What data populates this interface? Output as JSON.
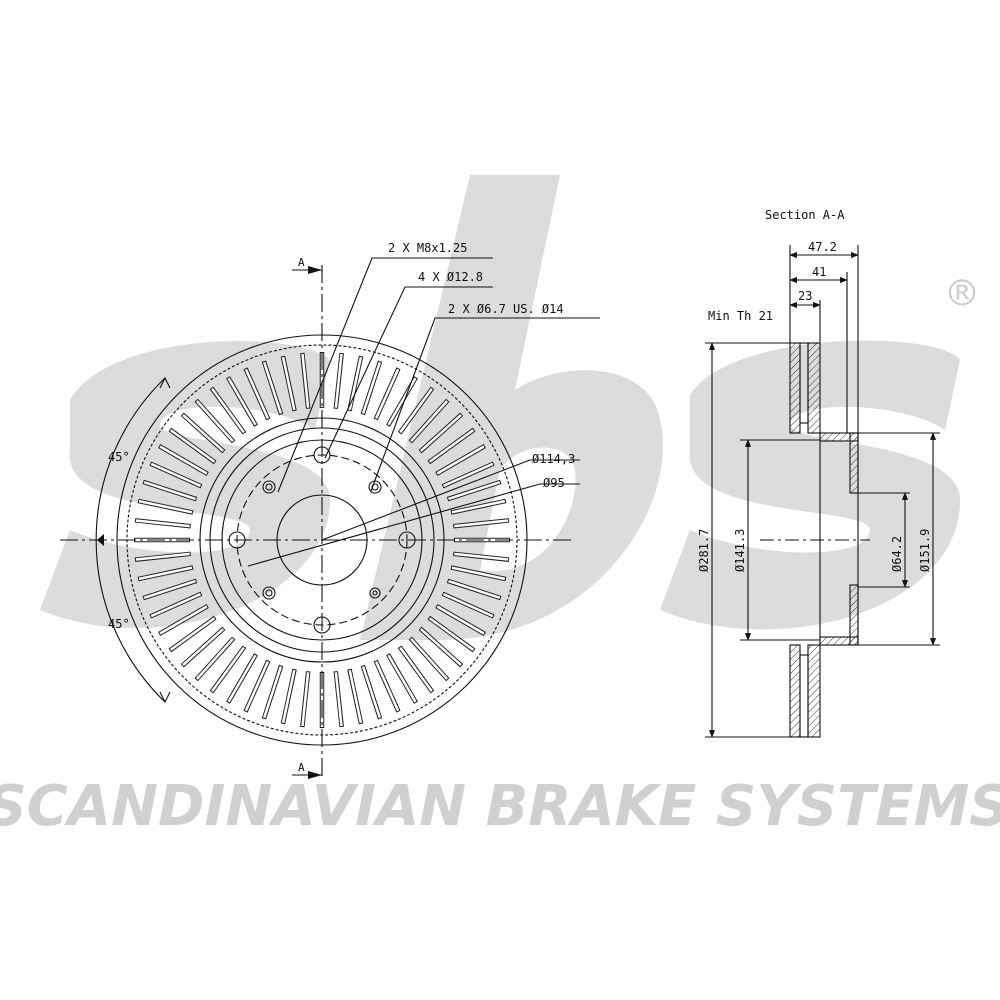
{
  "brand": {
    "watermark_logo": "sbs",
    "registered_mark": "®",
    "footer_name": "SCANDINAVIAN BRAKE SYSTEMS",
    "watermark_color": "#dcdcdc"
  },
  "front_view": {
    "section_marker_top": "A",
    "section_marker_bottom": "A",
    "callouts": {
      "threads": "2 X M8x1.25",
      "holes": "4 X Ø12.8",
      "pins": "2 X Ø6.7 US. Ø14"
    },
    "pcd_outer": "Ø114,3",
    "pcd_inner": "Ø95",
    "angle_upper": "45°",
    "angle_lower": "45°"
  },
  "section_view": {
    "title": "Section A-A",
    "min_thickness": "Min Th 21",
    "width_total": "47.2",
    "width_mid": "41",
    "width_disc": "23",
    "dia_outer": "Ø281.7",
    "dia_hub": "Ø141.3",
    "dia_center": "Ø64.2",
    "dia_hat": "Ø151.9"
  }
}
